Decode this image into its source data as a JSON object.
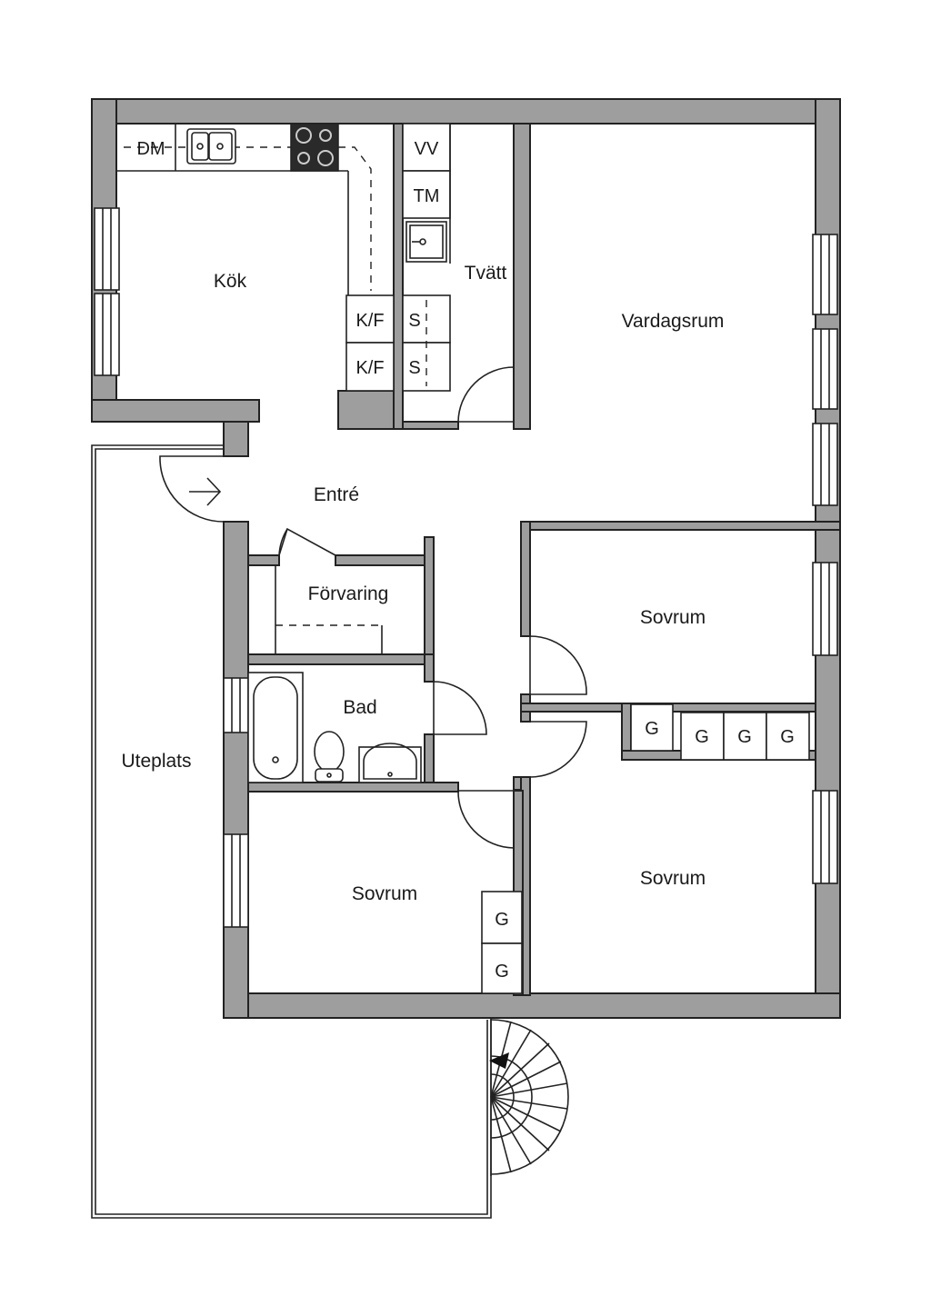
{
  "rooms": {
    "kitchen": "Kök",
    "laundry": "Tvätt",
    "living": "Vardagsrum",
    "entrance": "Entré",
    "storage": "Förvaring",
    "bathroom": "Bad",
    "bedroom_upper_right": "Sovrum",
    "bedroom_lower_right": "Sovrum",
    "bedroom_lower_left": "Sovrum",
    "patio": "Uteplats"
  },
  "fixtures": {
    "dishwasher": "DM",
    "washing_machine": "VV",
    "dryer": "TM",
    "fridge_freezer_1": "K/F",
    "fridge_freezer_2": "K/F",
    "cabinet_s_1": "S",
    "cabinet_s_2": "S",
    "wardrobe_1": "G",
    "wardrobe_2": "G",
    "wardrobe_3": "G",
    "wardrobe_4": "G",
    "wardrobe_5": "G",
    "wardrobe_6": "G"
  },
  "colors": {
    "wall": "#9e9e9e",
    "line": "#222222",
    "background": "#ffffff"
  }
}
